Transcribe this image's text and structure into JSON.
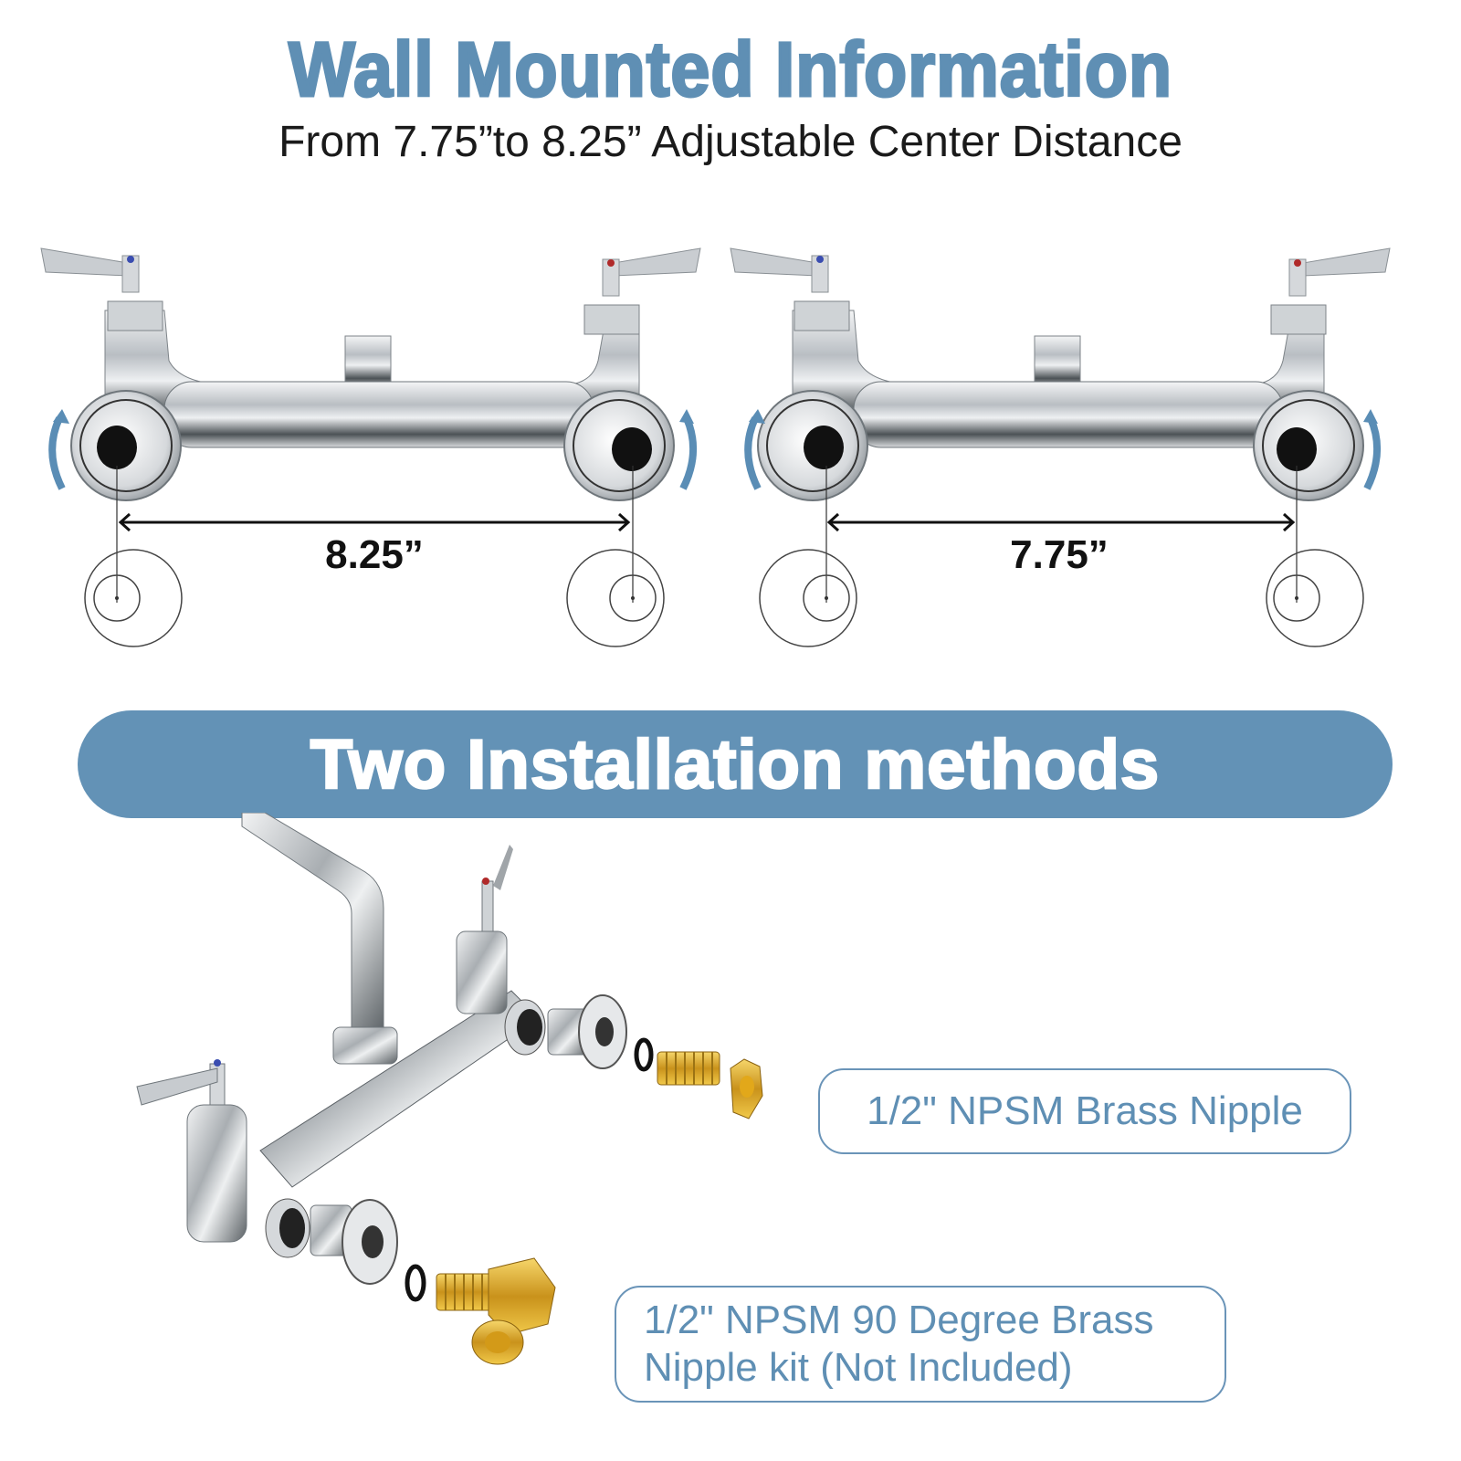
{
  "header": {
    "title": "Wall Mounted Information",
    "subtitle": "From 7.75”to 8.25” Adjustable Center Distance"
  },
  "diagrams": [
    {
      "label": "8.25”",
      "position": "left",
      "center_distance_in": 8.25
    },
    {
      "label": "7.75”",
      "position": "right",
      "center_distance_in": 7.75
    }
  ],
  "banner": {
    "text": "Two Installation methods"
  },
  "callouts": [
    {
      "text": "1/2\" NPSM Brass Nipple"
    },
    {
      "line1": "1/2\" NPSM 90 Degree Brass",
      "line2": "Nipple kit (Not Included)"
    }
  ],
  "colors": {
    "accent_blue": "#6392b6",
    "text_dark": "#1a1a1a",
    "chrome": "#c8ccd0",
    "brass": "#d9a520"
  }
}
